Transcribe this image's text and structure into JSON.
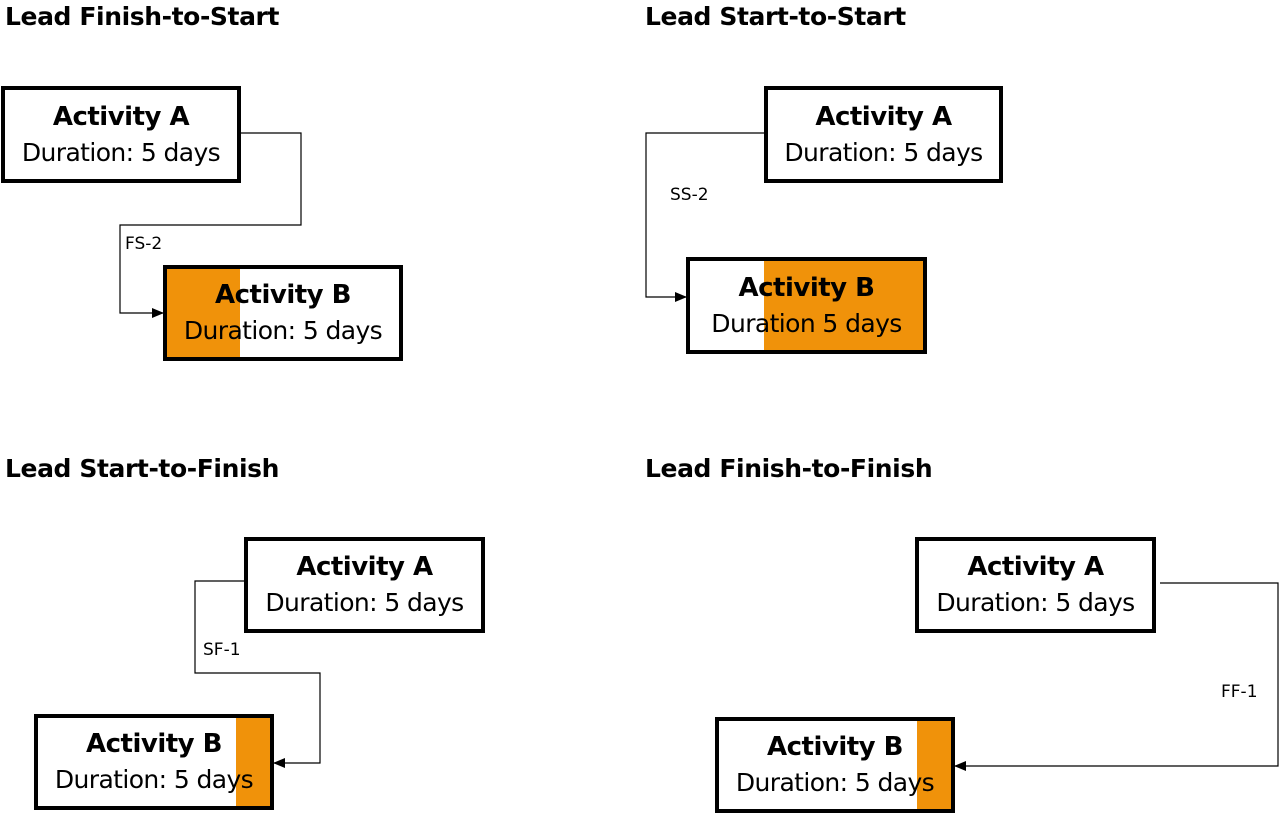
{
  "accent_color": "#f0920a",
  "panels": {
    "fs": {
      "heading": "Lead Finish-to-Start",
      "activity_a": {
        "title": "Activity A",
        "duration": "Duration: 5 days"
      },
      "activity_b": {
        "title": "Activity B",
        "duration": "Duration: 5 days"
      },
      "link_label": "FS-2"
    },
    "ss": {
      "heading": "Lead Start-to-Start",
      "activity_a": {
        "title": "Activity A",
        "duration": "Duration: 5 days"
      },
      "activity_b": {
        "title": "Activity B",
        "duration": "Duration 5 days"
      },
      "link_label": "SS-2"
    },
    "sf": {
      "heading": "Lead Start-to-Finish",
      "activity_a": {
        "title": "Activity A",
        "duration": "Duration: 5 days"
      },
      "activity_b": {
        "title": "Activity B",
        "duration": "Duration: 5 days"
      },
      "link_label": "SF-1"
    },
    "ff": {
      "heading": "Lead Finish-to-Finish",
      "activity_a": {
        "title": "Activity A",
        "duration": "Duration: 5 days"
      },
      "activity_b": {
        "title": "Activity B",
        "duration": "Duration: 5 days"
      },
      "link_label": "FF-1"
    }
  }
}
